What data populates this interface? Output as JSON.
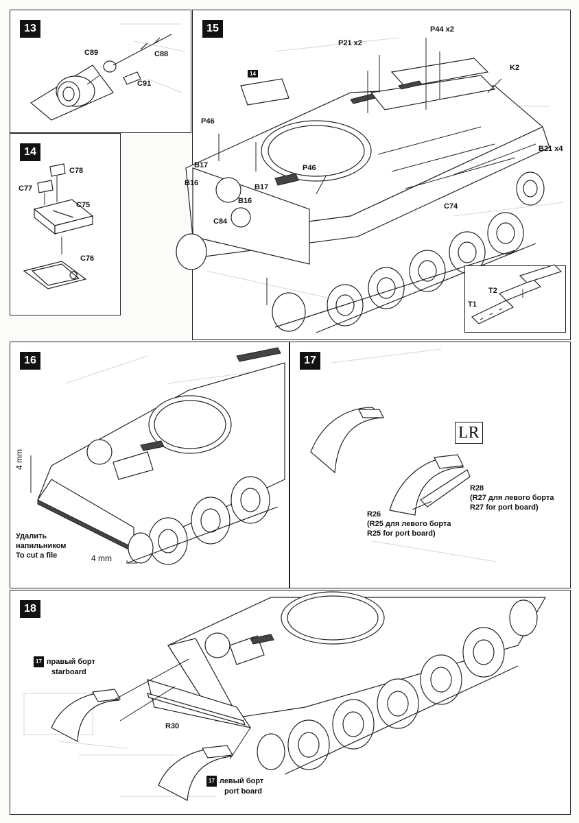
{
  "steps": {
    "s13": {
      "number": "13",
      "parts": [
        "C88",
        "C89",
        "C91"
      ]
    },
    "s14": {
      "number": "14",
      "parts": [
        "C78",
        "C77",
        "C75",
        "C76"
      ]
    },
    "s15": {
      "number": "15",
      "ref_badge": "14",
      "parts": {
        "p21": "P21 x2",
        "p44": "P44 x2",
        "k2": "K2",
        "p46a": "P46",
        "p46b": "P46",
        "b17a": "B17",
        "b16a": "B16",
        "b17b": "B17",
        "b16b": "B16",
        "c84": "C84",
        "c74": "C74",
        "b21": "B21 x4",
        "t1": "T1",
        "t2": "T2"
      }
    },
    "s16": {
      "number": "16",
      "dim_left": "4 mm",
      "dim_bottom": "4 mm",
      "note_ru_1": "Удалить",
      "note_ru_2": "напильником",
      "note_en": "To cut a file"
    },
    "s17": {
      "number": "17",
      "lr_badge": "LR",
      "r28": "R28",
      "r28_ru": "(R27 для левого борта",
      "r28_en": "R27 for port board)",
      "r26": "R26",
      "r26_ru": "(R25 для левого борта",
      "r26_en": "R25 for port board)"
    },
    "s18": {
      "number": "18",
      "ref_badge_a": "17",
      "starboard_ru": "правый борт",
      "starboard_en": "starboard",
      "r30": "R30",
      "ref_badge_b": "17",
      "port_ru": "левый борт",
      "port_en": "port board"
    }
  }
}
